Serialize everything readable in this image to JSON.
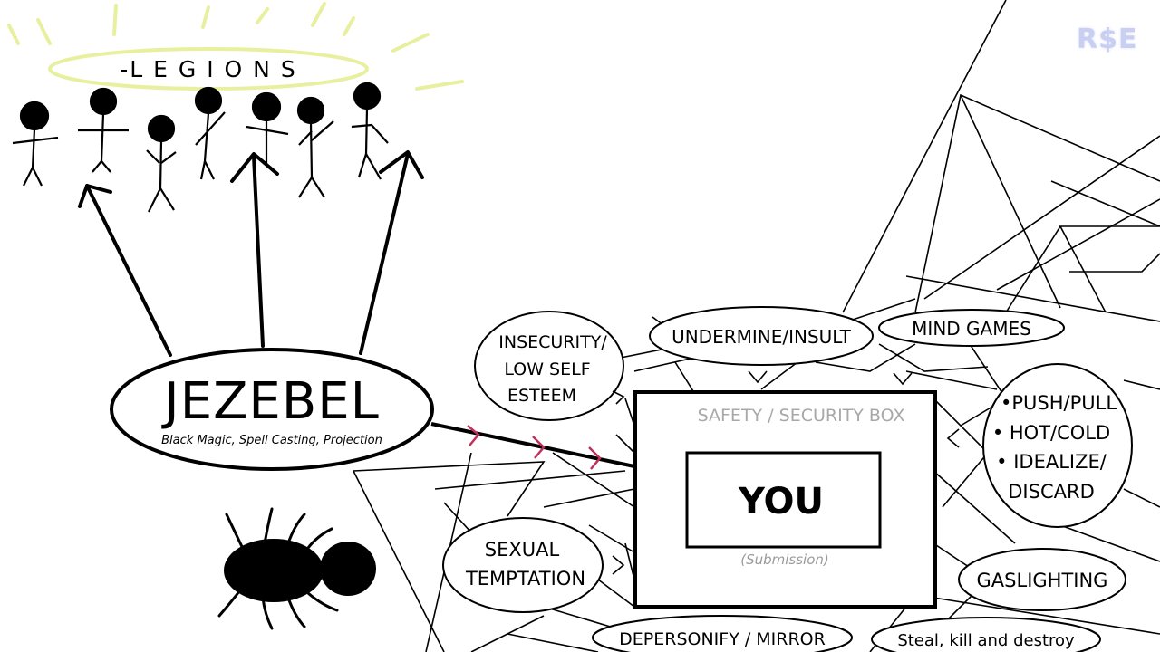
{
  "logo": "R$E",
  "legions_label": "-L E G I O N S",
  "jezebel": {
    "title": "JEZEBEL",
    "subtitle": "Black Magic, Spell Casting, Projection"
  },
  "box": {
    "title": "SAFETY / SECURITY BOX",
    "inner": "YOU",
    "caption": "(Submission)"
  },
  "bubbles": {
    "insecurity": [
      "INSECURITY/",
      "LOW SELF",
      "ESTEEM"
    ],
    "undermine": "UNDERMINE/INSULT",
    "mind_games": "MIND GAMES",
    "push_pull": [
      "•PUSH/PULL",
      "• HOT/COLD",
      "• IDEALIZE/",
      "DISCARD"
    ],
    "sexual": [
      "SEXUAL",
      "TEMPTATION"
    ],
    "gaslighting": "GASLIGHTING",
    "depersonify": "DEPERSONIFY / MIRROR",
    "steal": "Steal, kill and destroy"
  },
  "colors": {
    "ink": "#000000",
    "halo": "#e8f0a0",
    "box_title": "#a8a8a8",
    "caption": "#9a9a9a",
    "chevron": "#c0305a",
    "logo": "#c9cff0"
  }
}
